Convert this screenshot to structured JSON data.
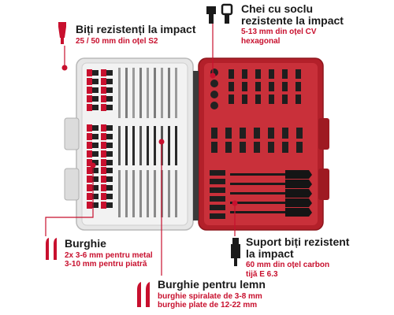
{
  "callouts": {
    "impact_bits": {
      "title": "Biți rezistenți la impact",
      "sub1": "25 / 50 mm din oțel S2",
      "icon": "impact-bit-icon"
    },
    "socket_keys": {
      "title1": "Chei cu soclu",
      "title2": "rezistente la impact",
      "sub1": "5-13 mm din oțel CV",
      "sub2": "hexagonal",
      "icon": "socket-icon"
    },
    "drills": {
      "title": "Burghie",
      "sub1": "2x 3-6 mm pentru metal",
      "sub2": "3-10 mm pentru piatră",
      "icon": "drill-bit-icon"
    },
    "bit_holder": {
      "title1": "Suport biți rezistent",
      "title2": "la impact",
      "sub1": "60 mm din oțel carbon",
      "sub2": "tijă E 6.3",
      "icon": "bit-holder-icon"
    },
    "wood_drills": {
      "title": "Burghie pentru lemn",
      "sub1": "burghie spiralate de 3-8 mm",
      "sub2": "burghie plate de 12-22 mm",
      "icon": "wood-drill-icon"
    }
  },
  "colors": {
    "accent": "#c8102e",
    "case_red": "#c0262e",
    "case_white": "#e9e9e9",
    "dark": "#1a1a1a"
  }
}
